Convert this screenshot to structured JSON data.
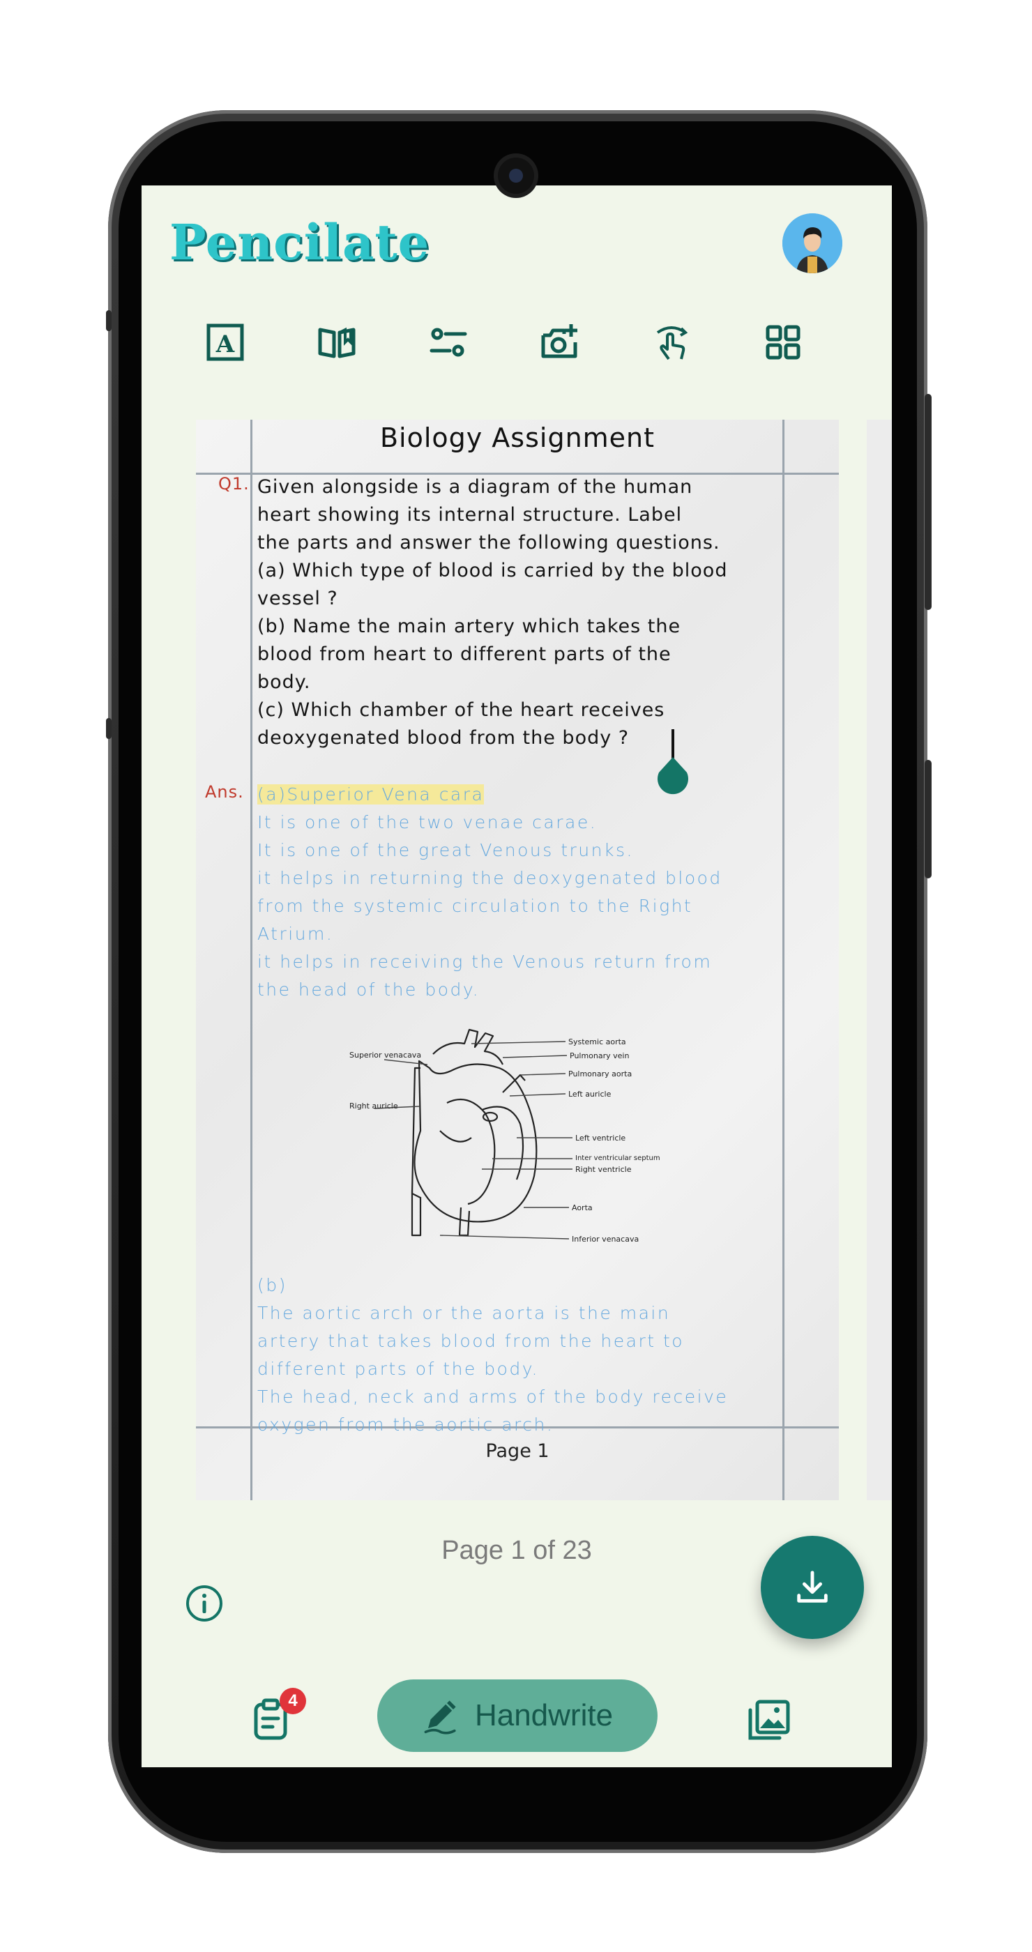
{
  "app": {
    "logo_text": "Pencilate",
    "brand_color": "#2ec4c9",
    "accent_color": "#16796f"
  },
  "toolbar": {
    "items": [
      {
        "icon": "text-box-icon"
      },
      {
        "icon": "book-open-icon"
      },
      {
        "icon": "sliders-icon"
      },
      {
        "icon": "camera-plus-icon"
      },
      {
        "icon": "touch-swipe-icon"
      },
      {
        "icon": "grid-icon"
      }
    ]
  },
  "document": {
    "title": "Biology Assignment",
    "question_label": "Q1.",
    "question_lines": [
      "Given alongside is a diagram of the human",
      "heart showing its internal structure. Label",
      "the parts and answer the following questions.",
      "(a) Which type of blood is carried by the blood",
      "vessel ?",
      "(b) Name the main artery which takes the",
      "blood from heart to different parts of the",
      "body.",
      "(c) Which chamber of the heart receives",
      "deoxygenated blood from the body ?"
    ],
    "answer_label": "Ans.",
    "answer_highlight": "(a)Superior Vena cara",
    "answer_lines_a": [
      "It is one of the two venae carae.",
      "It is one of the great Venous trunks.",
      "it helps in returning the deoxygenated blood",
      "from the systemic circulation to the Right",
      "Atrium.",
      "it helps in receiving the Venous return from",
      "the head of the body."
    ],
    "diagram_labels": {
      "superior_venacava": "Superior venacava",
      "right_auricle": "Right auricle",
      "systemic_aorta": "Systemic aorta",
      "pulmonary_vein": "Pulmonary vein",
      "pulmonary_aorta": "Pulmonary aorta",
      "left_auricle": "Left auricle",
      "left_ventricle": "Left ventricle",
      "interventricular_septum": "Inter ventricular septum",
      "right_ventricle": "Right ventricle",
      "aorta": "Aorta",
      "inferior_venacava": "Inferior venacava"
    },
    "answer_lines_b": [
      "(b)",
      "The aortic arch or the aorta is the main",
      "artery that takes blood from the heart to",
      "different parts of the body.",
      "The head, neck and arms of the body receive",
      "oxygen from the aortic arch."
    ],
    "page_footer": "Page 1"
  },
  "pager": {
    "indicator": "Page 1 of 23"
  },
  "bottom_nav": {
    "badge_count": "4",
    "handwrite_label": "Handwrite"
  }
}
